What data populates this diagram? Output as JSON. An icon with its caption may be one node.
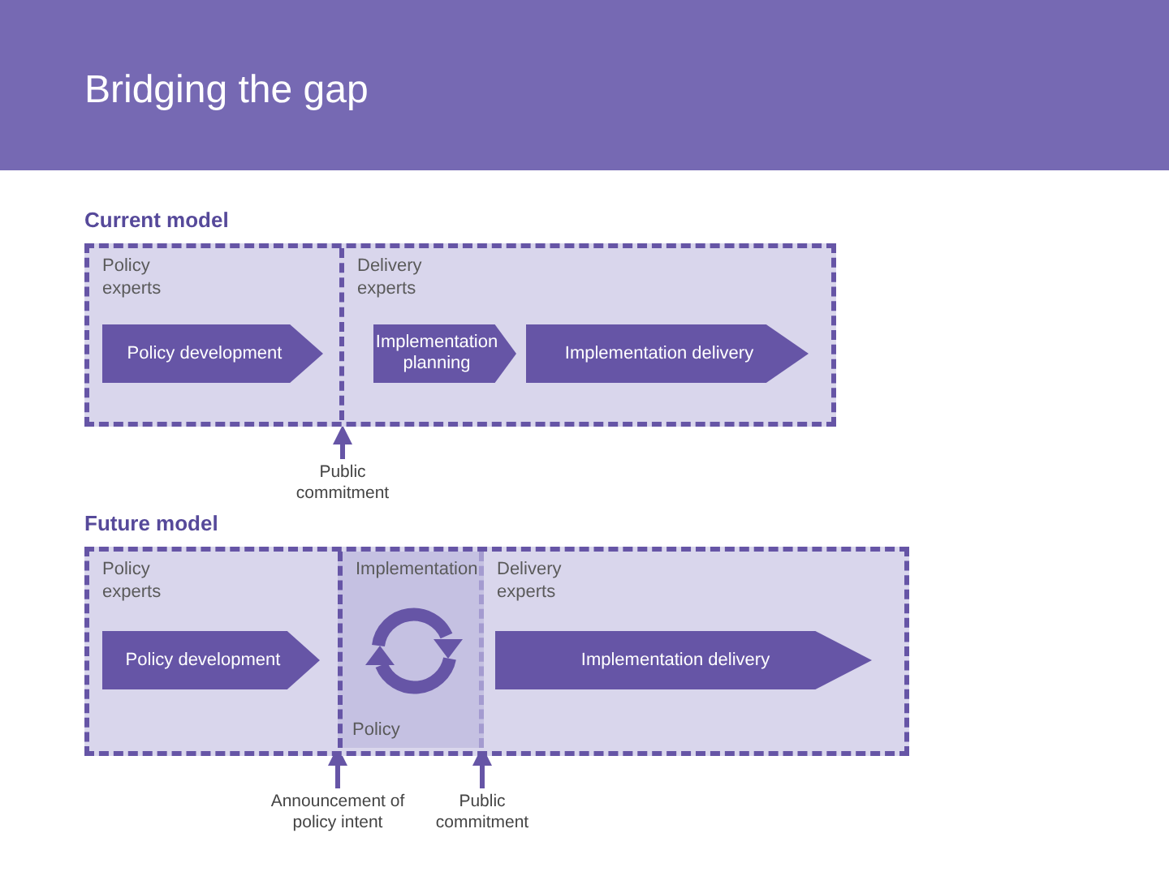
{
  "diagram": {
    "title": "Bridging the gap",
    "nodes": [
      {
        "text": [
          "Current model"
        ]
      },
      {
        "text": [
          "Policy experts"
        ],
        "in": 0
      },
      {
        "text": [
          "Delivery experts"
        ],
        "in": 0
      },
      {
        "text": [
          "Policy development"
        ],
        "in": 1
      },
      {
        "text": [
          "Implementation planning"
        ],
        "in": 2
      },
      {
        "text": [
          "Implementation delivery"
        ],
        "in": 2
      },
      {
        "text": [
          "Public commitment"
        ]
      },
      {
        "text": [
          "Future model"
        ]
      },
      {
        "text": [
          "Policy experts"
        ],
        "in": 7
      },
      {
        "text": [
          "Implementation",
          "Policy"
        ],
        "in": 7
      },
      {
        "text": [
          "Delivery experts"
        ],
        "in": 7
      },
      {
        "text": [
          "Policy development"
        ],
        "in": 8
      },
      {
        "text": [
          "Implementation delivery"
        ],
        "in": 10
      },
      {
        "text": [
          "Announcement of policy intent"
        ]
      },
      {
        "text": [
          "Public commitment"
        ]
      }
    ],
    "edges": [
      {
        "from": 6,
        "to": 0,
        "arrow": "to"
      },
      {
        "from": 13,
        "to": 9,
        "arrow": "to"
      },
      {
        "from": 14,
        "to": 9,
        "arrow": "to"
      }
    ]
  }
}
